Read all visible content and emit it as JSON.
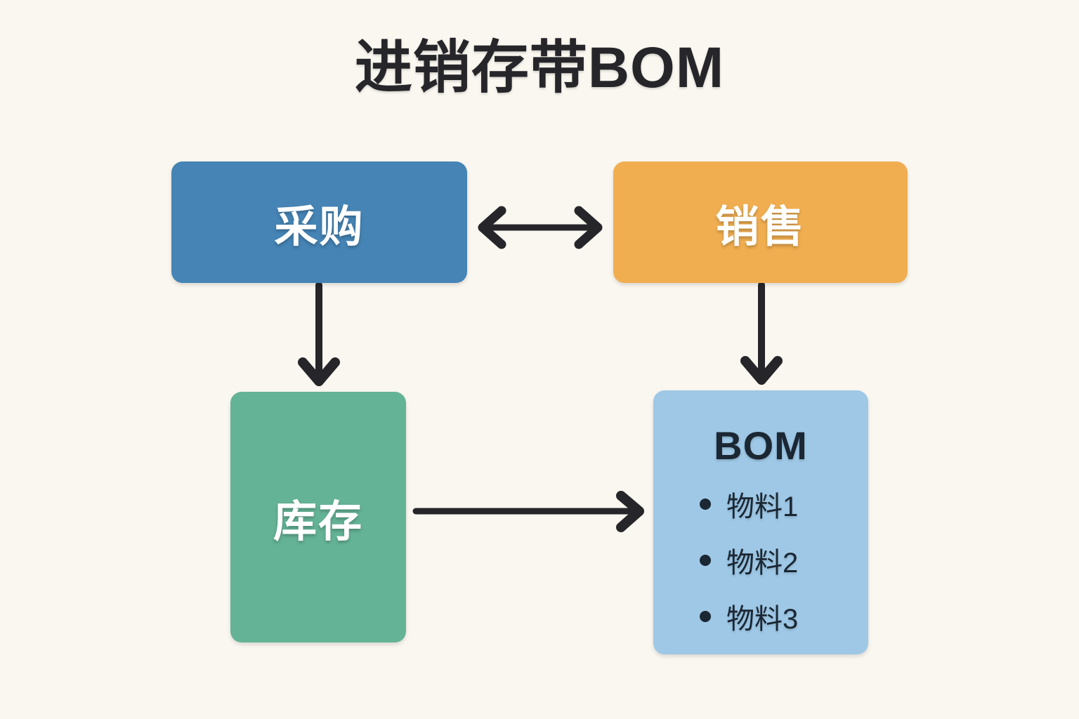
{
  "page": {
    "background_color": "#faf7f0",
    "title": "进销存带BOM"
  },
  "nodes": {
    "purchase": {
      "label": "采购",
      "color": "#4584b5",
      "text_color": "#ffffff"
    },
    "sales": {
      "label": "销售",
      "color": "#f0ae50",
      "text_color": "#ffffff"
    },
    "inventory": {
      "label": "库存",
      "color": "#64b396",
      "text_color": "#ffffff"
    },
    "bom": {
      "label": "BOM",
      "color": "#9ec8e6",
      "text_color": "#1b2733",
      "items": [
        {
          "label": "物料1"
        },
        {
          "label": "物料2"
        },
        {
          "label": "物料3"
        }
      ]
    }
  },
  "edges": [
    {
      "name": "purchase-sales",
      "from": "采购",
      "to": "销售",
      "direction": "bidirectional",
      "color": "#26262a"
    },
    {
      "name": "purchase-inventory",
      "from": "采购",
      "to": "库存",
      "direction": "down",
      "color": "#26262a"
    },
    {
      "name": "sales-bom",
      "from": "销售",
      "to": "BOM",
      "direction": "down",
      "color": "#26262a"
    },
    {
      "name": "inventory-bom",
      "from": "库存",
      "to": "BOM",
      "direction": "right",
      "color": "#26262a"
    }
  ]
}
